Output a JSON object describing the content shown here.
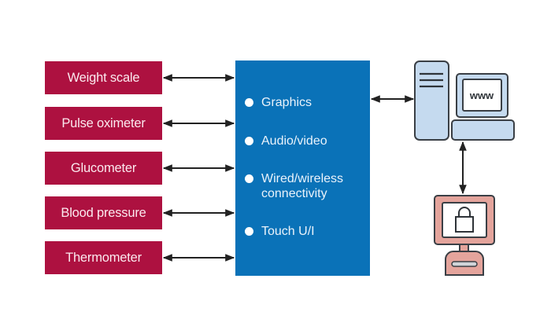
{
  "devices": [
    {
      "label": "Weight scale"
    },
    {
      "label": "Pulse oximeter"
    },
    {
      "label": "Glucometer"
    },
    {
      "label": "Blood pressure"
    },
    {
      "label": "Thermometer"
    }
  ],
  "hub": {
    "features": [
      {
        "label": "Graphics"
      },
      {
        "label": "Audio/video"
      },
      {
        "label": "Wired/wireless connectivity",
        "line1": "Wired/wireless",
        "line2": "connectivity"
      },
      {
        "label": "Touch U/I"
      }
    ]
  },
  "computer": {
    "screen_text": "www",
    "icon": "desktop-computer-icon"
  },
  "secure_terminal": {
    "icon": "lock-icon"
  },
  "colors": {
    "device_fill": "#ad1140",
    "hub_fill": "#0a72b8",
    "computer_fill": "#c5daef",
    "terminal_fill": "#e4a49c"
  }
}
